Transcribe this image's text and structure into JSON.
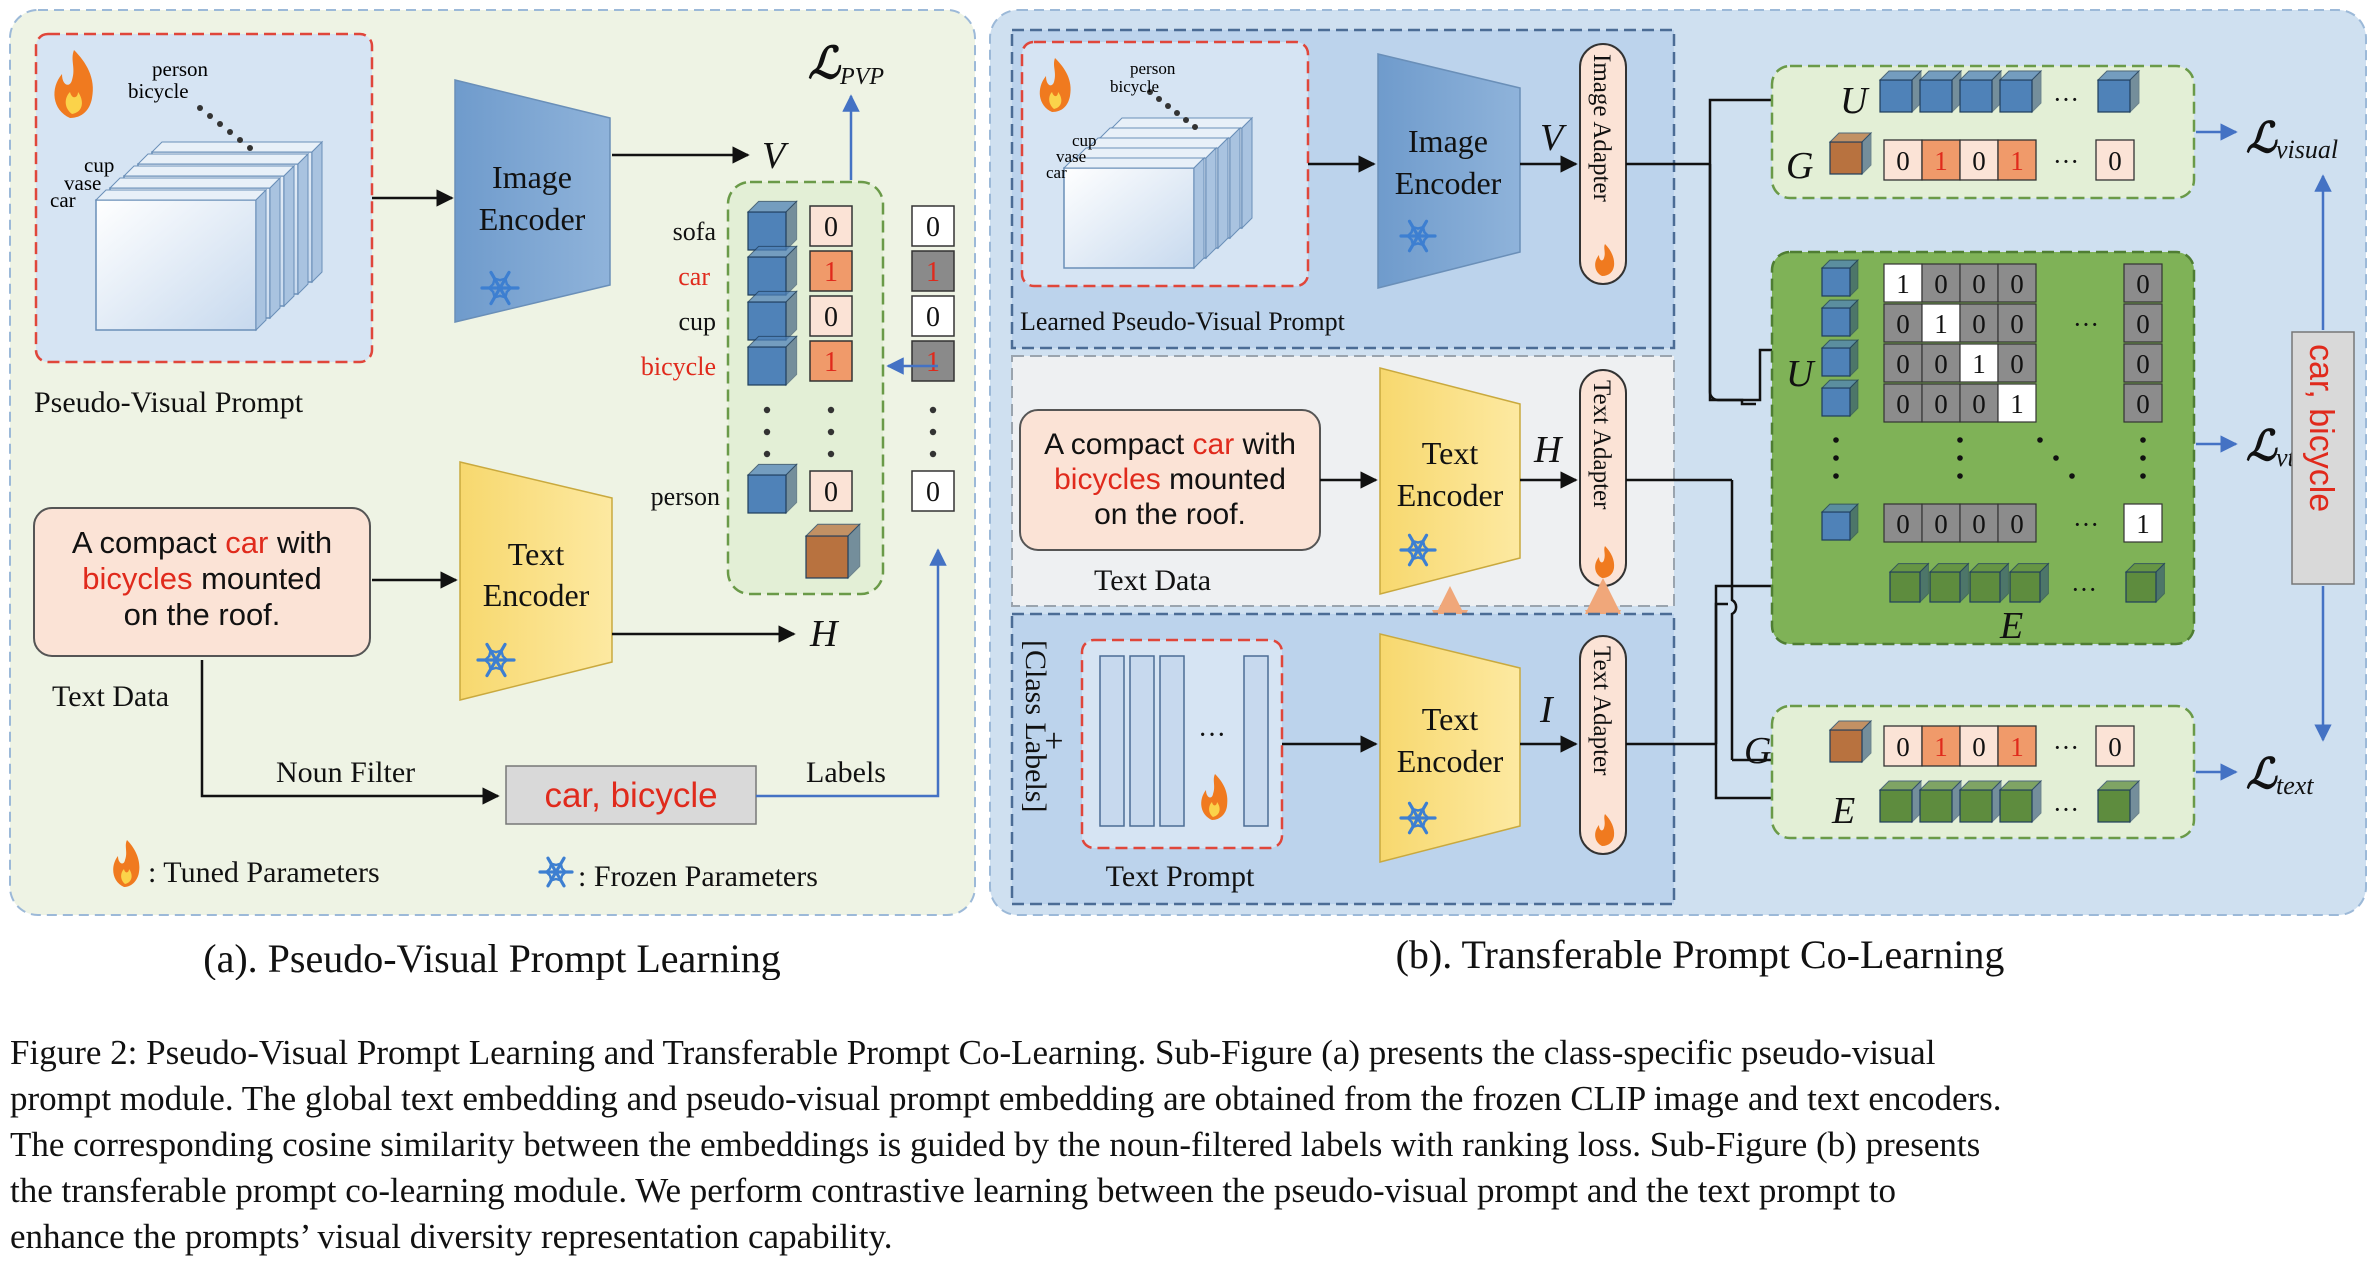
{
  "panel_a": {
    "caption": "(a). Pseudo-Visual Prompt Learning",
    "pvp_label": "Pseudo-Visual Prompt",
    "stack_labels": [
      "person",
      "bicycle",
      "cup",
      "vase",
      "car"
    ],
    "image_encoder": [
      "Image",
      "Encoder"
    ],
    "text_encoder": [
      "Text",
      "Encoder"
    ],
    "v_symbol": "V",
    "h_symbol": "H",
    "loss_main": "ℒ",
    "loss_sub": "PVP",
    "class_names": [
      "sofa",
      "car",
      "cup",
      "bicycle",
      "person"
    ],
    "class_highlight": [
      false,
      true,
      false,
      true,
      false
    ],
    "scores": [
      "0",
      "1",
      "0",
      "1",
      "0"
    ],
    "labels_col": [
      "0",
      "1",
      "0",
      "1",
      "0"
    ],
    "text_data_parts": [
      "A compact ",
      "car",
      " with",
      "bicycles",
      " mounted",
      "on the roof."
    ],
    "text_data_label": "Text Data",
    "noun_filter": "Noun Filter",
    "labels_word": "Labels",
    "filtered": "car, bicycle",
    "legend_tuned": ": Tuned Parameters",
    "legend_frozen": ": Frozen Parameters",
    "dots": "·"
  },
  "panel_b": {
    "caption": "(b). Transferable Prompt Co-Learning",
    "learned_label": "Learned Pseudo-Visual Prompt",
    "stack_labels": [
      "person",
      "bicycle",
      "cup",
      "vase",
      "car"
    ],
    "image_encoder": [
      "Image",
      "Encoder"
    ],
    "text_encoder": [
      "Text",
      "Encoder"
    ],
    "image_adapter": "Image Adapter",
    "text_adapter": "Text Adapter",
    "v_symbol": "V",
    "h_symbol": "H",
    "i_symbol": "I",
    "u_symbol": "U",
    "g_symbol": "G",
    "e_symbol": "E",
    "text_data_parts": [
      "A compact ",
      "car",
      " with",
      "bicycles",
      " mounted",
      "on the roof."
    ],
    "text_data_label": "Text Data",
    "class_labels": "[Class Labels]",
    "plus": "+",
    "text_prompt": "Text Prompt",
    "ellipsis": "···",
    "g_row": [
      "0",
      "1",
      "0",
      "1",
      "0"
    ],
    "matrix_rows": [
      [
        "1",
        "0",
        "0",
        "0",
        "0"
      ],
      [
        "0",
        "1",
        "0",
        "0",
        "0"
      ],
      [
        "0",
        "0",
        "1",
        "0",
        "0"
      ],
      [
        "0",
        "0",
        "0",
        "1",
        "0"
      ],
      [
        "0",
        "0",
        "0",
        "0",
        "1"
      ]
    ],
    "loss_visual": [
      "ℒ",
      "visual"
    ],
    "loss_vtc": [
      "ℒ",
      "vtc"
    ],
    "loss_text": [
      "ℒ",
      "text"
    ],
    "side_label": "car, bicycle"
  },
  "caption_lines": [
    "Figure 2: Pseudo-Visual Prompt Learning and Transferable Prompt Co-Learning. Sub-Figure (a) presents the class-specific pseudo-visual",
    "prompt module. The global text embedding and pseudo-visual prompt embedding are obtained from the frozen CLIP image and text encoders.",
    "The corresponding cosine similarity between the embeddings is guided by the noun-filtered labels with ranking loss. Sub-Figure (b) presents",
    "the transferable prompt co-learning module.  We perform contrastive learning between the pseudo-visual prompt and the text prompt to",
    "enhance the prompts’ visual diversity representation capability."
  ],
  "colors": {
    "panel_a_bg": "#eef3e4",
    "panel_b_bg": "#cfe0f0",
    "encoder_blue": "#7ea6d3",
    "encoder_yellow": "#fbe38b",
    "text_box": "#fbe3d6",
    "red": "#e02a1c",
    "cube_blue": "#4f82b8",
    "cube_green": "#5e8c3e",
    "cube_brown": "#b8723f",
    "green_box": "#e3efd6",
    "arrow_blue": "#4472c4"
  }
}
